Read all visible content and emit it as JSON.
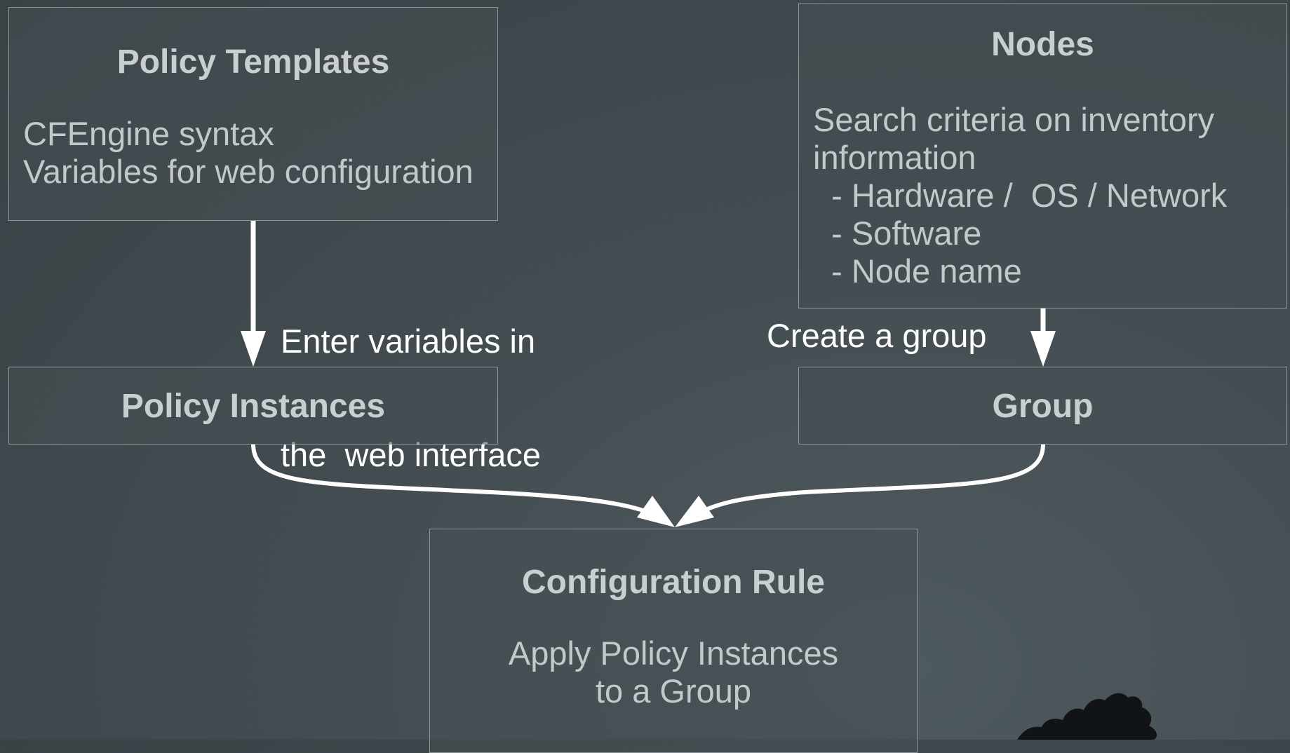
{
  "nodes": {
    "policy_templates": {
      "title": "Policy Templates",
      "lines": [
        "CFEngine syntax",
        "Variables for web configuration"
      ]
    },
    "nodes": {
      "title": "Nodes",
      "lines": [
        "Search criteria on inventory",
        "information",
        "  - Hardware /  OS / Network",
        "  - Software",
        "  - Node name"
      ]
    },
    "policy_instances": {
      "title": "Policy Instances"
    },
    "group": {
      "title": "Group"
    },
    "configuration_rule": {
      "title": "Configuration Rule",
      "lines": [
        "Apply Policy Instances",
        "to a Group"
      ]
    }
  },
  "edges": {
    "templates_to_instances": [
      "Enter variables in",
      "the  web interface"
    ],
    "nodes_to_group": "Create a group"
  },
  "colors": {
    "background": "#434c51",
    "box_border": "#8e979b",
    "text": "#c8cdcf",
    "arrow": "#ffffff"
  }
}
